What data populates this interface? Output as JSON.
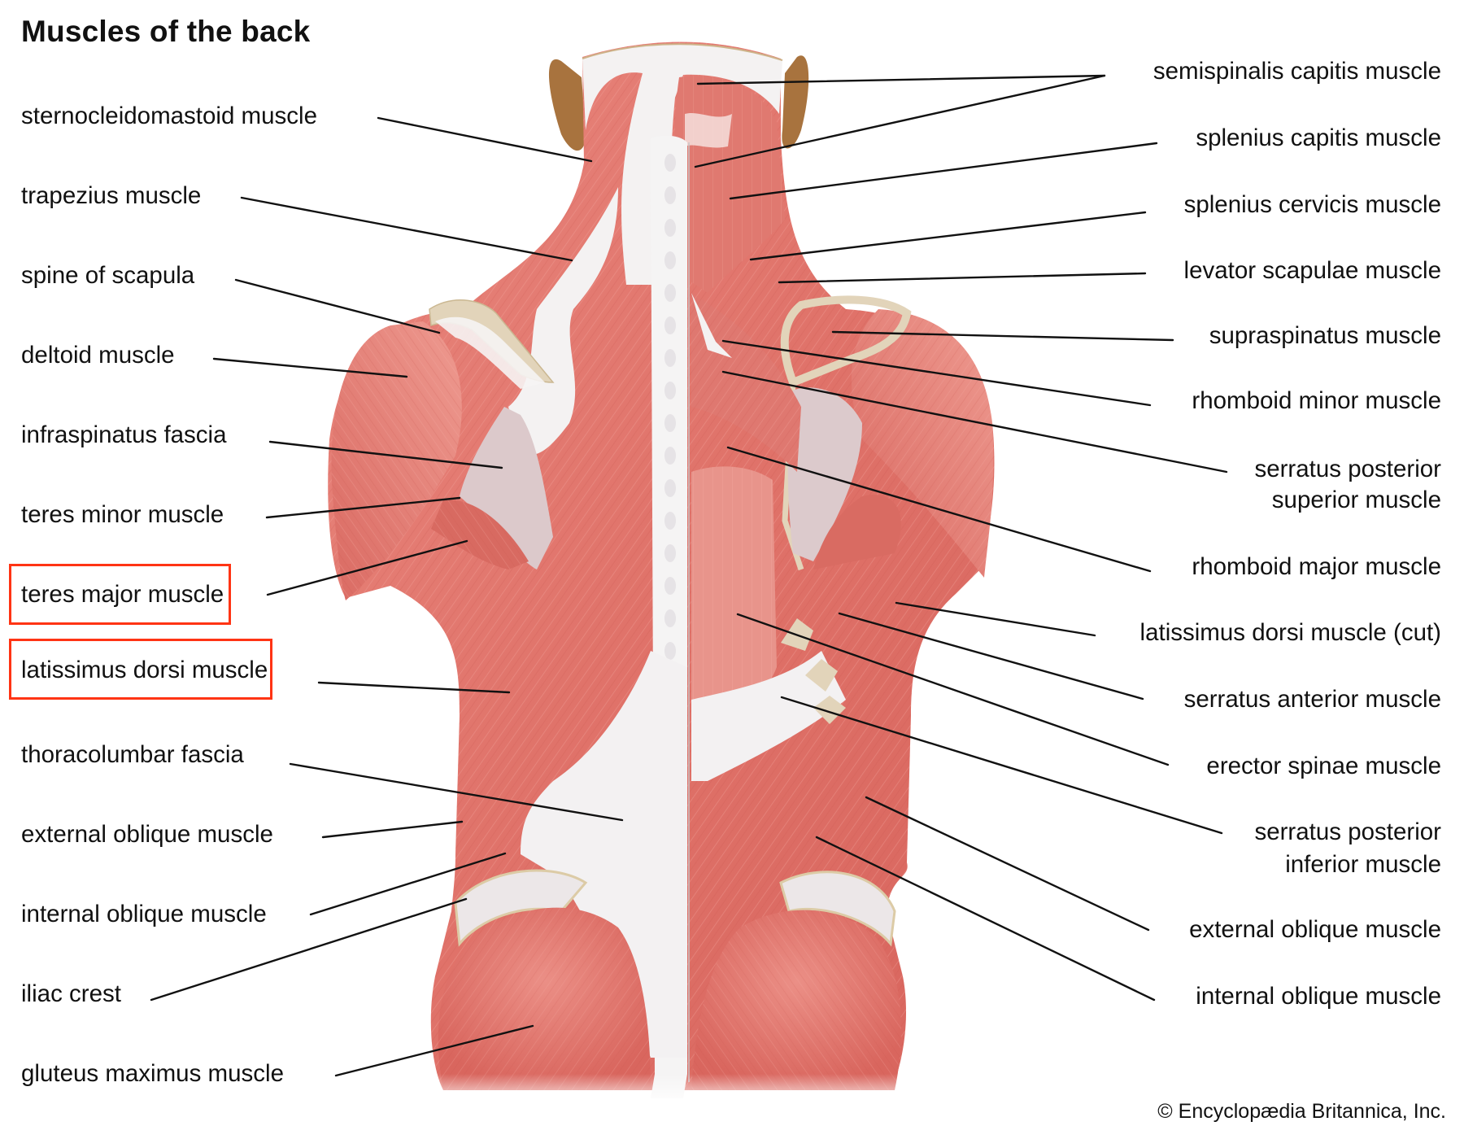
{
  "title": "Muscles of the back",
  "copyright": "© Encyclopædia Britannica, Inc.",
  "highlight_color": "#ff3414",
  "colors": {
    "muscle": "#e2776e",
    "muscle_light": "#f0a59c",
    "muscle_dark": "#c9544d",
    "fascia": "#f3f1f1",
    "bone": "#e2d4ba",
    "ear": "#a8733e",
    "membrane": "#d9c4c4"
  },
  "left_labels": [
    {
      "text": "sternocleidomastoid muscle",
      "highlighted": false
    },
    {
      "text": "trapezius muscle",
      "highlighted": false
    },
    {
      "text": "spine of scapula",
      "highlighted": false
    },
    {
      "text": "deltoid muscle",
      "highlighted": false
    },
    {
      "text": "infraspinatus fascia",
      "highlighted": false
    },
    {
      "text": "teres minor muscle",
      "highlighted": false
    },
    {
      "text": "teres major muscle",
      "highlighted": true
    },
    {
      "text": "latissimus dorsi muscle",
      "highlighted": true
    },
    {
      "text": "thoracolumbar fascia",
      "highlighted": false
    },
    {
      "text": "external oblique muscle",
      "highlighted": false
    },
    {
      "text": "internal oblique muscle",
      "highlighted": false
    },
    {
      "text": "iliac crest",
      "highlighted": false
    },
    {
      "text": "gluteus maximus muscle",
      "highlighted": false
    }
  ],
  "right_labels": [
    {
      "text": "semispinalis capitis muscle"
    },
    {
      "text": "splenius capitis muscle"
    },
    {
      "text": "splenius cervicis muscle"
    },
    {
      "text": "levator scapulae muscle"
    },
    {
      "text": "supraspinatus muscle"
    },
    {
      "text": "rhomboid minor muscle"
    },
    {
      "line1": "serratus posterior",
      "line2": "superior muscle"
    },
    {
      "text": "rhomboid major muscle"
    },
    {
      "text": "latissimus dorsi muscle (cut)"
    },
    {
      "text": "serratus anterior muscle"
    },
    {
      "text": "erector spinae muscle"
    },
    {
      "line1": "serratus posterior",
      "line2": "inferior muscle"
    },
    {
      "text": "external oblique muscle"
    },
    {
      "text": "internal oblique muscle"
    }
  ]
}
